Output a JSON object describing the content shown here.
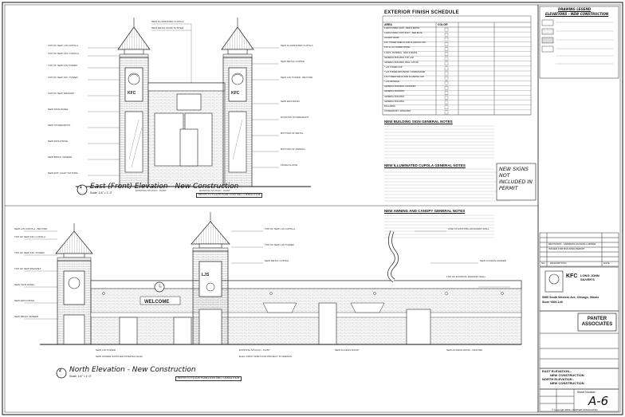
{
  "schedule": {
    "title": "EXTERIOR FINISH SCHEDULE",
    "headers": [
      "AREA",
      "COLOR"
    ],
    "rows": [
      "1 EIFS FINISH COAT - RED & WHITE",
      "1 EIFS FINISH COAT SOFT - RED BLUE",
      "ACCENT BAND",
      "KFC TOWER SHELLS AND FLASHING CAP",
      "KFC & LJS TOWER FINISH",
      "1 EIFS - BANDING - RED & WHITE",
      "GENERAL BUILDING TOP CAP",
      "GENERAL BUILDING WALL COLOR",
      "* LJS TOWER CAP",
      "* LJS TOWER EIFS BAND / CORRUGATED",
      "LJS TOWER WALLS AND FLASHING CAP",
      "* LJS AWNINGS",
      "GENERAL BUILDING CANOPIES",
      "GENERAL BUILDING",
      "GENERAL BUILDING",
      "GENERAL BUILDING",
      "BOLLARDS",
      "STOREFRONT / WINDOWS"
    ]
  },
  "notes": {
    "building_sign": "NEW BUILDING SIGN GENERAL NOTES",
    "cupola": "NEW ILLUMINATED CUPOLA GENERAL NOTES",
    "awning": "NEW AWNING AND CANOPY GENERAL NOTES"
  },
  "legend": {
    "title1": "DRAWING LEGEND",
    "title2": "ELEVATIONS - NEW CONSTRUCTION"
  },
  "stamp_text": "NEW SIGNS NOT INCLUDED IN PERMIT",
  "elevations": {
    "east": {
      "num": "1",
      "title": "East (Front) Elevation - New Construction",
      "scale": "Scale: 1/4\" = 1'-0\"",
      "ref": "REFER TO FLOOR PLAN • EXISTING / DEMOLITION"
    },
    "north": {
      "num": "2",
      "title": "North Elevation - New Construction",
      "scale": "Scale: 1/4\" = 1'-0\"",
      "ref": "REFER TO FLOOR PLAN • EXISTING / DEMOLITION"
    },
    "welcome_text": "WELCOME"
  },
  "titleblock": {
    "address_line1": "5985 South Western Ave, Chicago, Illinois",
    "address_line2": "Store Y800-149",
    "firm": "PANTER ASSOCIATES",
    "sheet_title1": "EAST ELEVATION -",
    "sheet_title2": "NEW CONSTRUCTION",
    "sheet_title3": "NORTH ELEVATION -",
    "sheet_title4": "NEW CONSTRUCTION",
    "sheet_number_label": "Sheet Number:",
    "sheet_number": "A-6",
    "copyright": "© Copyright 2003 • PANTER ASSOCIATES",
    "rev_rows": [
      "REVISIONS - ADDRESS ACCESS LADDER",
      "ISSUED FOR BUILDING PERMIT"
    ],
    "rev_header": [
      "NO.",
      "DESCRIPTION",
      "DATE"
    ]
  },
  "brand": {
    "kfc": "KFC",
    "ljs": "LONG JOHN SILVER'S"
  }
}
